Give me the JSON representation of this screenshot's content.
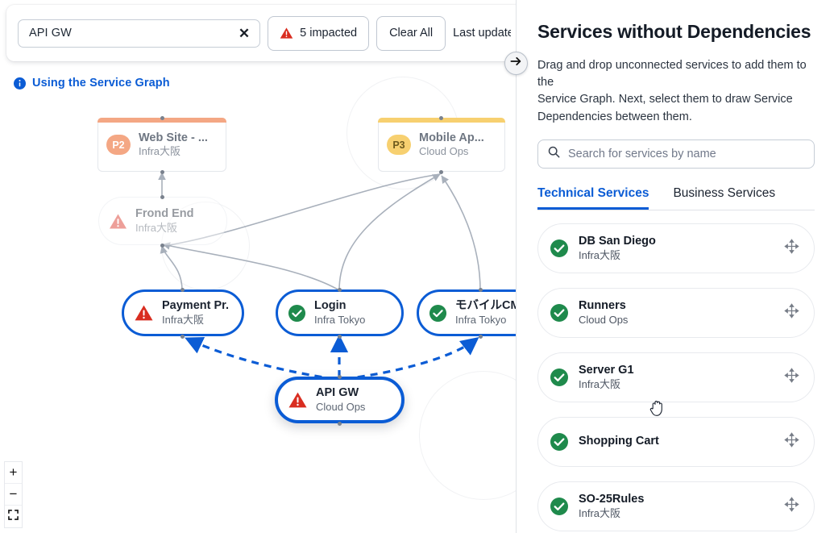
{
  "toolbar": {
    "search_value": "API GW",
    "clear_icon": "close-x-icon",
    "impacted_label": "5 impacted",
    "impacted_icon": "warning-triangle-icon",
    "clear_all_label": "Clear All",
    "last_update_label": "Last update",
    "accent_color": "#0b5cd5",
    "danger_color": "#d92d20"
  },
  "info_link": {
    "label": "Using the Service Graph",
    "icon": "info-circle-icon"
  },
  "zoom_controls": {
    "zoom_in": "+",
    "zoom_out": "−",
    "fit": "fit-to-screen-icon"
  },
  "panel_toggle": {
    "icon": "arrow-right-icon"
  },
  "graph": {
    "nodes": [
      {
        "name": "Web Site - ...",
        "sub": "Infra大阪",
        "badge": "P2",
        "badge_color": "#f4a784",
        "bar_color": "#f4a784",
        "shape": "rect",
        "state": "priority"
      },
      {
        "name": "Mobile Ap...",
        "sub": "Cloud Ops",
        "badge": "P3",
        "badge_color": "#f7d070",
        "bar_color": "#f7d070",
        "shape": "rect",
        "state": "priority"
      },
      {
        "name": "Frond End",
        "sub": "Infra大阪",
        "icon": "warning-triangle-icon",
        "shape": "pill",
        "state": "dimmed"
      },
      {
        "name": "Payment Pr...",
        "sub": "Infra大阪",
        "icon": "warning-triangle-icon",
        "shape": "pill",
        "state": "selected"
      },
      {
        "name": "Login",
        "sub": "Infra Tokyo",
        "icon": "check-circle-icon",
        "shape": "pill",
        "state": "selected"
      },
      {
        "name": "モバイルCMS",
        "sub": "Infra Tokyo",
        "icon": "check-circle-icon",
        "shape": "pill",
        "state": "selected"
      },
      {
        "name": "API GW",
        "sub": "Cloud Ops",
        "icon": "warning-triangle-icon",
        "shape": "pill",
        "state": "primary"
      }
    ]
  },
  "right_panel": {
    "title": "Services without Dependencies",
    "description": "Drag and drop unconnected services to add them to the\nService Graph. Next, select them to draw Service Dependencies between them.",
    "search_placeholder": "Search for services by name",
    "search_icon": "search-icon",
    "tabs": [
      {
        "label": "Technical Services",
        "active": true
      },
      {
        "label": "Business Services",
        "active": false
      }
    ],
    "services": [
      {
        "name": "DB San Diego",
        "sub": "Infra大阪",
        "status": "healthy",
        "status_icon": "check-circle-icon",
        "drag_icon": "move-handle-icon"
      },
      {
        "name": "Runners",
        "sub": "Cloud Ops",
        "status": "healthy",
        "status_icon": "check-circle-icon",
        "drag_icon": "move-handle-icon"
      },
      {
        "name": "Server G1",
        "sub": "Infra大阪",
        "status": "healthy",
        "status_icon": "check-circle-icon",
        "drag_icon": "move-handle-icon"
      },
      {
        "name": "Shopping Cart",
        "sub": "",
        "status": "healthy",
        "status_icon": "check-circle-icon",
        "drag_icon": "move-handle-icon"
      },
      {
        "name": "SO-25Rules",
        "sub": "Infra大阪",
        "status": "healthy",
        "status_icon": "check-circle-icon",
        "drag_icon": "move-handle-icon"
      }
    ],
    "healthy_color": "#1f8a4c"
  },
  "cursor": {
    "icon": "grab-hand-cursor"
  }
}
